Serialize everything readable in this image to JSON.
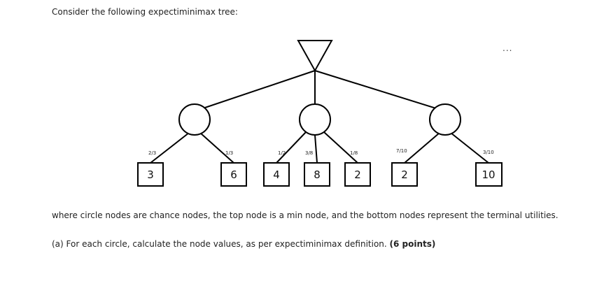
{
  "intro": "Consider the following expectiminimax tree:",
  "menu": {
    "more": "..."
  },
  "tree": {
    "root": {
      "type": "min"
    },
    "chance_nodes": [
      {
        "children": [
          {
            "prob": "2/3",
            "value": "3"
          },
          {
            "prob": "1/3",
            "value": "6"
          }
        ]
      },
      {
        "children": [
          {
            "prob": "1/2",
            "value": "4"
          },
          {
            "prob": "3/8",
            "value": "8"
          },
          {
            "prob": "1/8",
            "value": "2"
          }
        ]
      },
      {
        "children": [
          {
            "prob": "7/10",
            "value": "2"
          },
          {
            "prob": "3/10",
            "value": "10"
          }
        ]
      }
    ]
  },
  "description": "where circle nodes are chance nodes, the top node is a min node, and the bottom nodes represent the terminal utilities.",
  "question": {
    "text": "(a) For each circle, calculate the node values, as per expectiminimax definition.",
    "points": "(6 points)"
  }
}
